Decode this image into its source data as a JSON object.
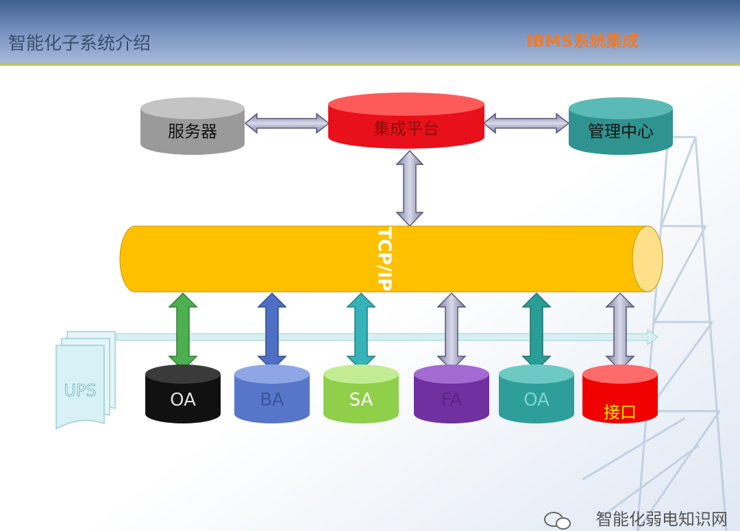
{
  "header": {
    "title": "智能化子系统介绍",
    "subtitle": "IBMS系统集成"
  },
  "diagram": {
    "server": "服务器",
    "platform": "集成平台",
    "management": "管理中心",
    "bus": "TCP/IP",
    "ups": "UPS",
    "subsystems": [
      "OA",
      "BA",
      "SA",
      "FA",
      "OA",
      "接口"
    ]
  },
  "watermark": "智能化弱电知识网",
  "colors": {
    "server": "#a6a6a6",
    "platform": "#ff1a1a",
    "management": "#2e9c98",
    "bus": "#ffc000",
    "sub_oa1": "#1a1a1a",
    "sub_ba": "#5b7fd6",
    "sub_sa": "#92d050",
    "sub_fa": "#7030a0",
    "sub_oa2": "#31a3a0",
    "sub_if": "#ff0000"
  }
}
